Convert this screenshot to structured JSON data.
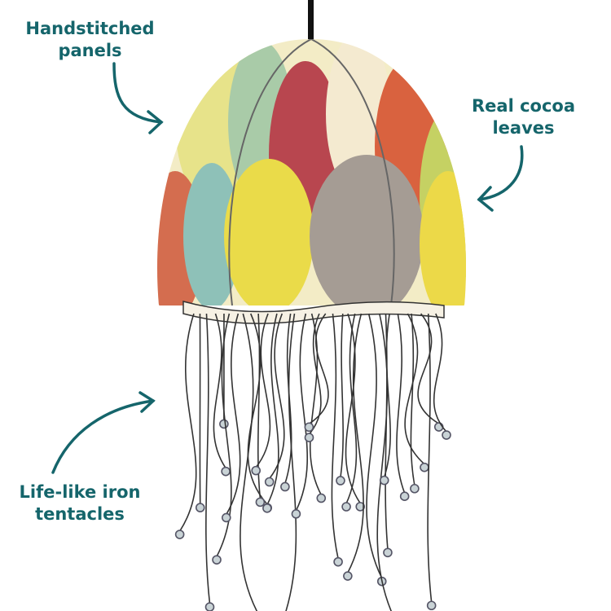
{
  "annotations": {
    "handstitched": {
      "line1": "Handstitched",
      "line2": "panels"
    },
    "cocoa": {
      "line1": "Real cocoa",
      "line2": "leaves"
    },
    "tentacles": {
      "line1": "Life-like iron",
      "line2": "tentacles"
    }
  },
  "colors": {
    "annotation": "#15656b"
  }
}
